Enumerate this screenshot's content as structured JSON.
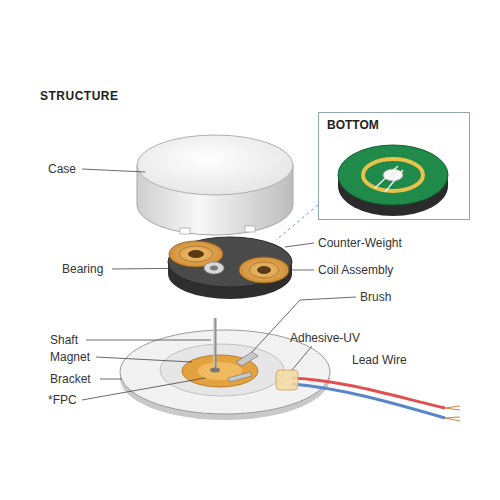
{
  "diagram": {
    "title": "STRUCTURE",
    "nodes": [
      {
        "text": [
          "BOTTOM"
        ]
      }
    ],
    "labels": [
      "Case",
      "Counter-Weight",
      "Bearing",
      "Coil Assembly",
      "Brush",
      "Shaft",
      "Magnet",
      "Bracket",
      "*FPC",
      "Adhesive-UV",
      "Lead Wire"
    ]
  }
}
